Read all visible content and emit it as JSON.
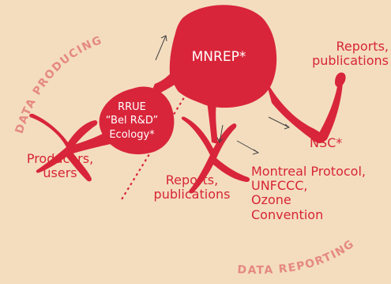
{
  "colors": {
    "background": "#f4ddbf",
    "shape_red": "#d8253a",
    "label_red": "#d72534",
    "arc_text": "#e5897f",
    "arrow": "#444444"
  },
  "arc_labels": {
    "producing": "DATA PRODUCING",
    "reporting": "DATA REPORTING"
  },
  "nodes": {
    "mnrep": "MNREP*",
    "rrue": [
      "RRUE",
      "“Bel R&D”",
      "Ecology*"
    ],
    "nsc": "NSC*"
  },
  "labels": {
    "producers": [
      "Producers,",
      "users"
    ],
    "reports_top": [
      "Reports,",
      "publications"
    ],
    "reports_mid": [
      "Reports,",
      "publications"
    ],
    "conventions": [
      "Montreal Protocol,",
      "UNFCCC,",
      "Ozone",
      "Convention"
    ]
  }
}
